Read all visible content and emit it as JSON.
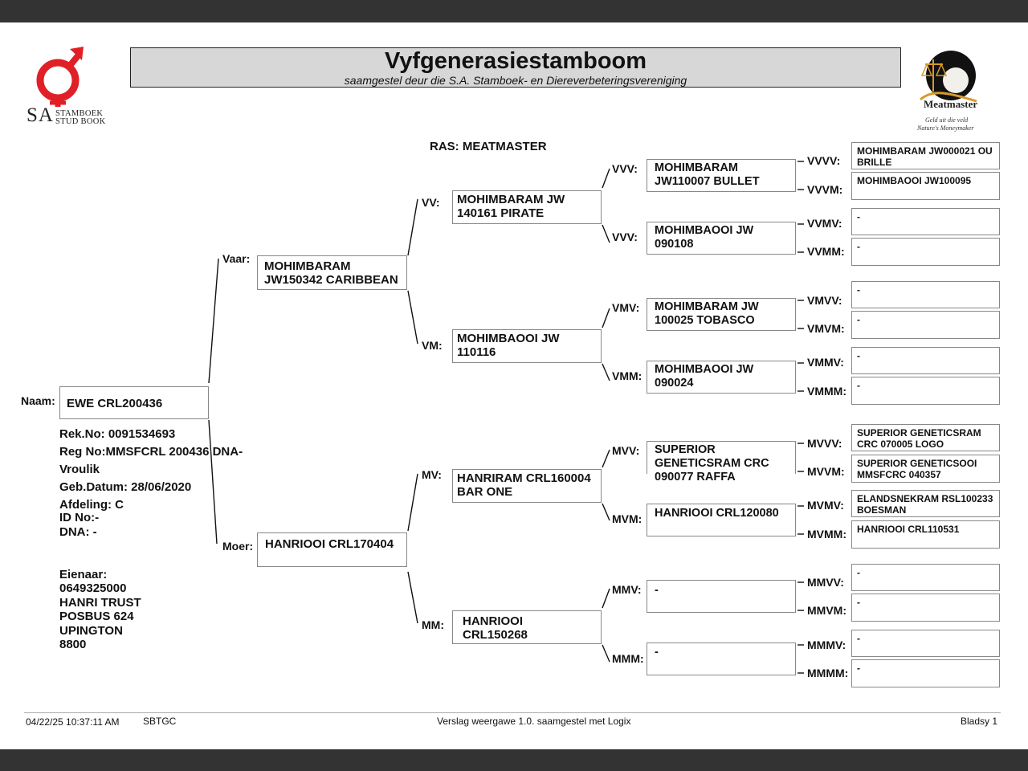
{
  "header": {
    "title": "Vyfgenerasiestamboom",
    "subtitle": "saamgestel deur die S.A. Stamboek- en Diereverbeteringsvereniging"
  },
  "logo_left": {
    "sa": "SA",
    "line1": "STAMBOEK",
    "line2": "STUD BOOK"
  },
  "logo_right": {
    "brand": "Meatmaster",
    "tag1": "Geld uit die veld",
    "tag2": "Nature's Moneymaker"
  },
  "ras": "RAS: MEATMASTER",
  "animal": {
    "naam_label": "Naam:",
    "naam": "EWE CRL200436",
    "rek_no": "Rek.No: 0091534693",
    "reg_no": "Reg No:MMSFCRL 200436 DNA-",
    "gender": "Vroulik",
    "geb_datum": "Geb.Datum: 28/06/2020",
    "afdeling": "Afdeling: C",
    "id_no": "ID No:-",
    "dna": "DNA: -"
  },
  "owner": {
    "label": "Eienaar:",
    "code": "0649325000",
    "name": "HANRI TRUST",
    "address1": "POSBUS 624",
    "address2": "UPINGTON",
    "postcode": "8800"
  },
  "labels": {
    "vaar": "Vaar:",
    "moer": "Moer:",
    "vv": "VV:",
    "vm": "VM:",
    "mv": "MV:",
    "mm": "MM:",
    "vvv": "VVV:",
    "vvm": "VVV:",
    "vmv": "VMV:",
    "vmm": "VMM:",
    "mvv": "MVV:",
    "mvm": "MVM:",
    "mmv": "MMV:",
    "mmm": "MMM:",
    "vvvv": "VVVV:",
    "vvvm": "VVVM:",
    "vvmv": "VVMV:",
    "vvmm": "VVMM:",
    "vmvv": "VMVV:",
    "vmvm": "VMVM:",
    "vmmv": "VMMV:",
    "vmmm": "VMMM:",
    "mvvv": "MVVV:",
    "mvvm": "MVVM:",
    "mvmv": "MVMV:",
    "mvmm": "MVMM:",
    "mmvv": "MMVV:",
    "mmvm": "MMVM:",
    "mmmv": "MMMV:",
    "mmmm": "MMMM:"
  },
  "pedigree": {
    "vaar": "MOHIMBARAM JW150342 CARIBBEAN",
    "moer": "HANRIOOI CRL170404",
    "vv": "MOHIMBARAM JW 140161 PIRATE",
    "vm": "MOHIMBAOOI JW 110116",
    "mv": "HANRIRAM CRL160004 BAR ONE",
    "mm": "HANRIOOI CRL150268",
    "vvv": "MOHIMBARAM JW110007 BULLET",
    "vvm": "MOHIMBAOOI JW 090108",
    "vmv": "MOHIMBARAM JW 100025 TOBASCO",
    "vmm": "MOHIMBAOOI JW 090024",
    "mvv": "SUPERIOR GENETICSRAM CRC 090077 RAFFA",
    "mvm": "HANRIOOI CRL120080",
    "mmv": "-",
    "mmm": "-",
    "vvvv": "MOHIMBARAM JW000021 OU BRILLE",
    "vvvm": "MOHIMBAOOI JW100095",
    "vvmv": "-",
    "vvmm": "-",
    "vmvv": "-",
    "vmvm": "-",
    "vmmv": "-",
    "vmmm": "-",
    "mvvv": "SUPERIOR GENETICSRAM CRC 070005 LOGO",
    "mvvm": "SUPERIOR GENETICSOOI MMSFCRC 040357",
    "mvmv": "ELANDSNEKRAM RSL100233 BOESMAN",
    "mvmm": "HANRIOOI CRL110531",
    "mmvv": "-",
    "mmvm": "-",
    "mmmv": "-",
    "mmmm": "-"
  },
  "footer": {
    "timestamp": "04/22/25 10:37:11 AM",
    "org": "SBTGC",
    "report": "Verslag weergawe 1.0. saamgestel met Logix",
    "page": "Bladsy 1"
  },
  "colors": {
    "logo_red": "#e01f26",
    "title_bg": "#d7d7d7",
    "bar": "#333333"
  }
}
